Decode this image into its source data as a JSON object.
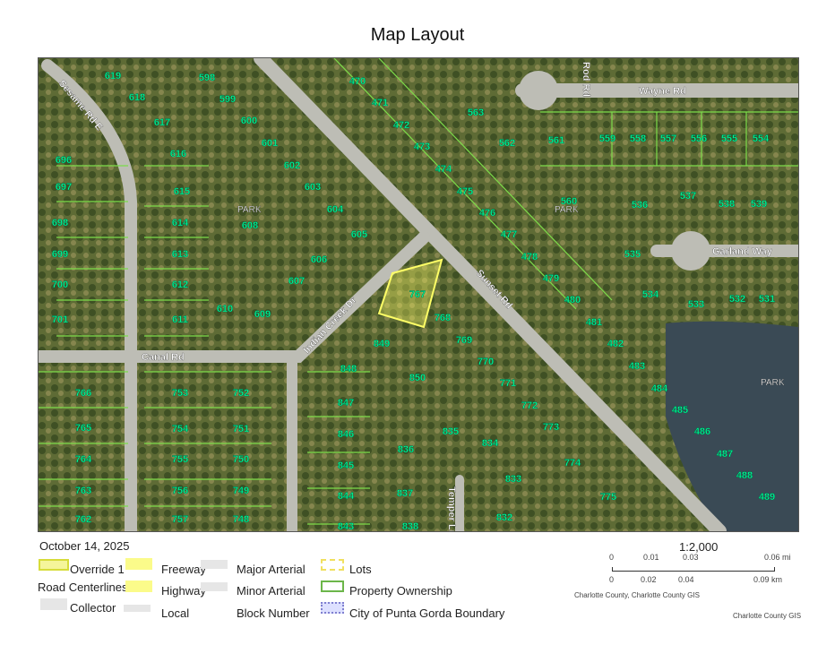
{
  "title": "Map Layout",
  "map": {
    "lots": [
      "619",
      "598",
      "618",
      "599",
      "617",
      "600",
      "616",
      "601",
      "696",
      "602",
      "697",
      "615",
      "603",
      "614",
      "608",
      "604",
      "698",
      "605",
      "613",
      "699",
      "606",
      "607",
      "612",
      "700",
      "610",
      "609",
      "611",
      "701",
      "470",
      "471",
      "472",
      "473",
      "474",
      "475",
      "476",
      "477",
      "478",
      "479",
      "480",
      "481",
      "482",
      "483",
      "484",
      "485",
      "486",
      "487",
      "488",
      "489",
      "563",
      "562",
      "561",
      "559",
      "558",
      "557",
      "556",
      "555",
      "554",
      "560",
      "536",
      "537",
      "538",
      "539",
      "535",
      "534",
      "533",
      "532",
      "531",
      "767",
      "768",
      "769",
      "770",
      "771",
      "772",
      "773",
      "774",
      "775",
      "849",
      "848",
      "850",
      "847",
      "846",
      "835",
      "834",
      "836",
      "833",
      "845",
      "837",
      "844",
      "832",
      "843",
      "838",
      "766",
      "753",
      "752",
      "765",
      "754",
      "751",
      "764",
      "755",
      "750",
      "763",
      "756",
      "749",
      "762",
      "757",
      "748"
    ],
    "roads": [
      "Sesame Rd E",
      "Canal Rd",
      "Indian Creek Dr",
      "Sunset Rd",
      "Wayne Rd",
      "Garland Way",
      "Temper Ln",
      "Rod Rd"
    ],
    "parks": [
      "PARK",
      "PARK",
      "PARK"
    ],
    "colors": {
      "parcel": "#7ddc4a",
      "label": "#00ff99",
      "dimension": "#e8e000",
      "override": "#ffff66",
      "water": "#3a4a55"
    }
  },
  "date": "October 14, 2025",
  "legend": {
    "override": "Override 1",
    "road_centerlines": "Road Centerlines",
    "collector": "Collector",
    "freeway": "Freeway",
    "highway": "Highway",
    "local": "Local",
    "major_arterial": "Major Arterial",
    "minor_arterial": "Minor Arterial",
    "block_number": "Block Number",
    "lots": "Lots",
    "property_ownership": "Property Ownership",
    "city_boundary": "City of Punta Gorda Boundary"
  },
  "scale": {
    "ratio": "1:2,000",
    "mi_ticks": [
      "0",
      "0.01",
      "0.03",
      "0.06 mi"
    ],
    "km_ticks": [
      "0",
      "0.02",
      "0.04",
      "0.09 km"
    ],
    "attribution": "Charlotte County, Charlotte County GIS",
    "credit": "Charlotte County GIS"
  }
}
